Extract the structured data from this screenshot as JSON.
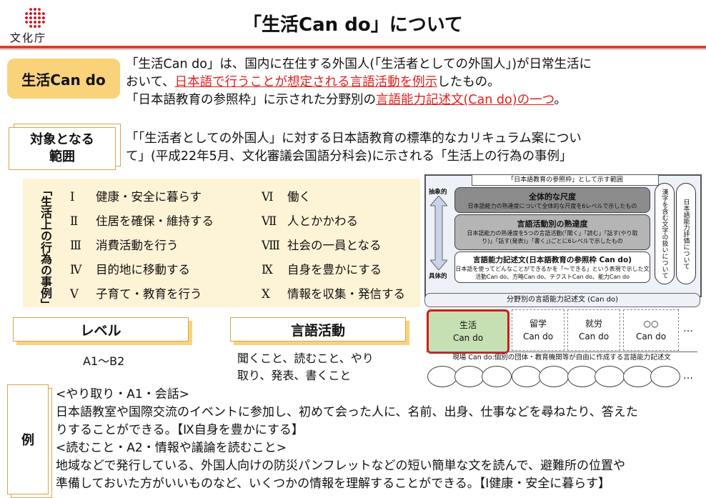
{
  "header": {
    "logo_text": "文化庁",
    "title": "「生活Can do」について"
  },
  "intro": {
    "tag": "生活Can do",
    "line1": "「生活Can do」は、国内に在住する外国人(「生活者としての外国人」)が日常生活に",
    "line2_pre": "おいて、",
    "line2_red": "日本語で行うことが想定される言語活動を例示",
    "line2_post": "したもの。",
    "line3_pre": "「日本語教育の参照枠」に示された分野別の",
    "line3_red": "言語能力記述文(Can do)の一つ",
    "line3_post": "。"
  },
  "scope": {
    "label_line1": "対象となる",
    "label_line2": "範囲",
    "line1": "「「生活者としての外国人」に対する日本語教育の標準的なカリキュラム案につい",
    "line2": "て」(平成22年5月、文化審議会国語分科会)に示される「生活上の行為の事例」"
  },
  "activities": {
    "vertical_label": "「生活上の行為の事例」",
    "left": [
      {
        "num": "Ⅰ",
        "text": "健康・安全に暮らす"
      },
      {
        "num": "Ⅱ",
        "text": "住居を確保・維持する"
      },
      {
        "num": "Ⅲ",
        "text": "消費活動を行う"
      },
      {
        "num": "Ⅳ",
        "text": "目的地に移動する"
      },
      {
        "num": "Ⅴ",
        "text": "子育て・教育を行う"
      }
    ],
    "right": [
      {
        "num": "Ⅵ",
        "text": "働く"
      },
      {
        "num": "Ⅶ",
        "text": "人とかかわる"
      },
      {
        "num": "Ⅷ",
        "text": "社会の一員となる"
      },
      {
        "num": "Ⅸ",
        "text": "自身を豊かにする"
      },
      {
        "num": "Ⅹ",
        "text": "情報を収集・発信する"
      }
    ]
  },
  "level": {
    "label": "レベル",
    "value": "A1〜B2"
  },
  "language_activity": {
    "label": "言語活動",
    "line1": "聞くこと、読むこと、やり",
    "line2": "取り、発表、書くこと"
  },
  "diagram": {
    "header": "「日本語教育の参照枠」として示す範囲",
    "abstract": "抽象的",
    "concrete": "具体的",
    "box1_title": "全体的な尺度",
    "box1_text": "日本語能力の熟達度について全体的な尺度を6レベルで示したもの",
    "box2_title": "言語活動別の熟達度",
    "box2_text1": "日本語能力の熟達度を5つの言語活動(「聞く」「読む」「話す(やり取",
    "box2_text2": "り)」「話す(発表)」「書く」)ごとに6レベルで示したもの",
    "box3_title": "言語能力記述文(日本語教育の参照枠 Can do)",
    "box3_text1": "日本語を使ってどんなことができるかを「〜できる」という表現で示した文",
    "box3_text2": "活動Can do、方略Can do、テクストCan do、能力Can do",
    "side1": "漢字を含む文字の扱いについて",
    "side2": "日本語能力評価について",
    "field_bar": "分野別の言語能力記述文 (Can do)",
    "fields": [
      {
        "l1": "生活",
        "l2": "Can do"
      },
      {
        "l1": "留学",
        "l2": "Can do"
      },
      {
        "l1": "就労",
        "l2": "Can do"
      },
      {
        "l1": "○○",
        "l2": "Can do"
      }
    ],
    "ellipsis": "…",
    "genba": "現場 Can do:個別の団体・教育機関等が自由に作成する言語能力記述文"
  },
  "examples": {
    "label": "例",
    "l1": "<やり取り・A1・会話>",
    "l2": "日本語教室や国際交流のイベントに参加し、初めて会った人に、名前、出身、仕事などを尋ねたり、答えた",
    "l3": "りすることができる。【Ⅸ自身を豊かにする】",
    "l4": "<読むこと・A2・情報や議論を読むこと>",
    "l5": "地域などで発行している、外国人向けの防災パンフレットなどの短い簡単な文を読んで、避難所の位置や",
    "l6": "準備しておいた方がいいものなど、いくつかの情報を理解することができる。【Ⅰ健康・安全に暮らす】"
  },
  "colors": {
    "accent_red": "#e0201c",
    "orange": "#fad27a",
    "cream": "#fdf3d6",
    "green": "#c6e0b4"
  }
}
